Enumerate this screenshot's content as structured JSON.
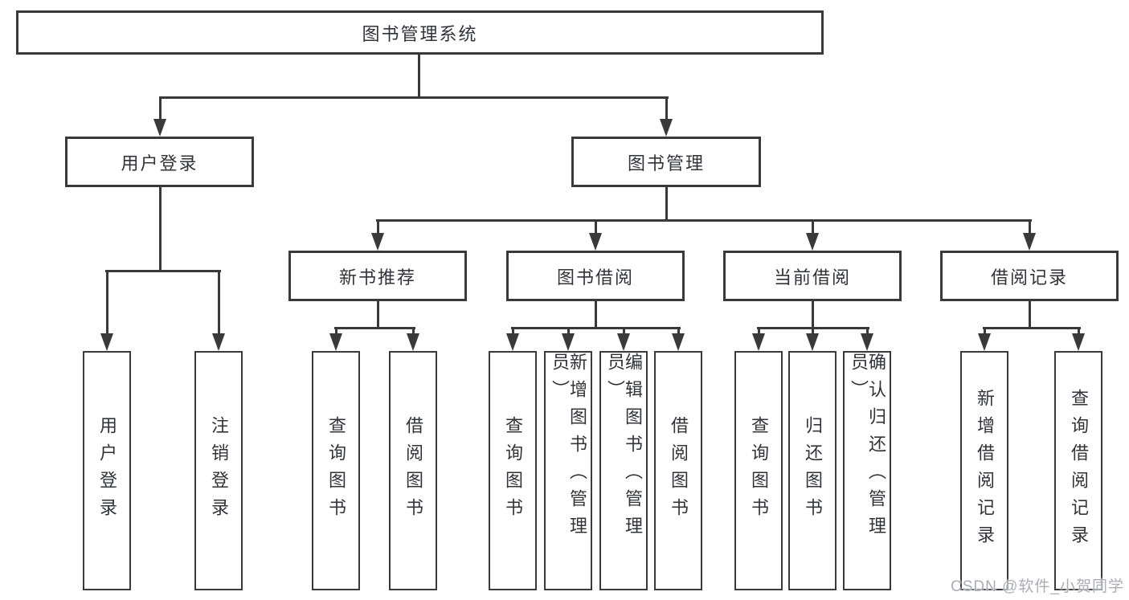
{
  "diagram": {
    "colors": {
      "line": "#3a3a3a",
      "text": "#30343a",
      "watermark": "#a9aeb6",
      "background": "#ffffff"
    },
    "root": {
      "label": "图书管理系统"
    },
    "level2": [
      {
        "id": "user-login",
        "label": "用户登录"
      },
      {
        "id": "book-management",
        "label": "图书管理"
      }
    ],
    "level3": [
      {
        "id": "new-book-recommend",
        "label": "新书推荐"
      },
      {
        "id": "book-borrowing",
        "label": "图书借阅"
      },
      {
        "id": "current-borrowing",
        "label": "当前借阅"
      },
      {
        "id": "borrowing-records",
        "label": "借阅记录"
      }
    ],
    "leaves": {
      "user_login": [
        {
          "label": "用户登录"
        },
        {
          "label": "注销登录"
        }
      ],
      "new_book": [
        {
          "label": "查询图书"
        },
        {
          "label": "借阅图书"
        }
      ],
      "borrowing": [
        {
          "label": "查询图书"
        },
        {
          "label": "新增图书（管理员）"
        },
        {
          "label": "编辑图书（管理员）"
        },
        {
          "label": "借阅图书"
        }
      ],
      "current": [
        {
          "label": "查询图书"
        },
        {
          "label": "归还图书"
        },
        {
          "label": "确认归还（管理员）"
        }
      ],
      "records": [
        {
          "label": "新增借阅记录"
        },
        {
          "label": "查询借阅记录"
        }
      ]
    },
    "watermark": "CSDN @软件_小贺同学"
  }
}
